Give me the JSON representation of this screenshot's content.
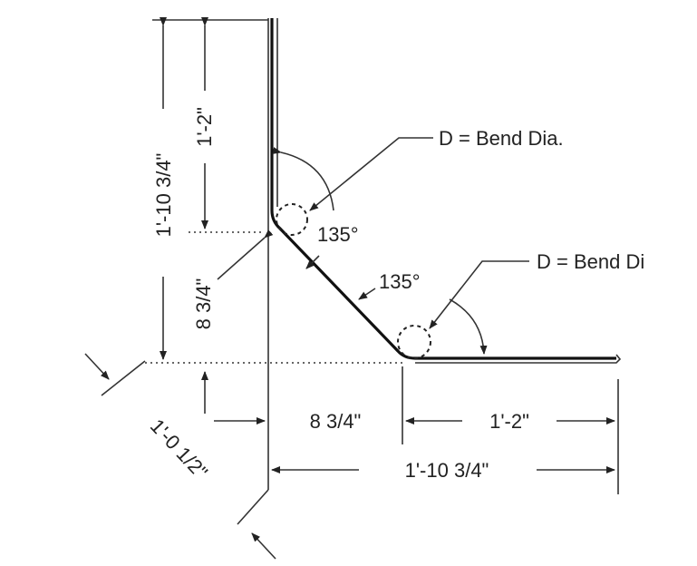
{
  "dimensions": {
    "vertical_total": "1'-10 3/4\"",
    "vertical_upper": "1'-2\"",
    "vertical_lower": "8 3/4\"",
    "diagonal_total": "1'-0 1/2\"",
    "horizontal_mid": "8 3/4\"",
    "horizontal_right": "1'-2\"",
    "horizontal_total": "1'-10 3/4\""
  },
  "annotations": {
    "bend_upper": "D = Bend Dia.",
    "bend_lower": "D = Bend Di",
    "angle_upper": "135°",
    "angle_lower": "135°"
  },
  "colors": {
    "ink": "#222222",
    "background": "#ffffff"
  }
}
